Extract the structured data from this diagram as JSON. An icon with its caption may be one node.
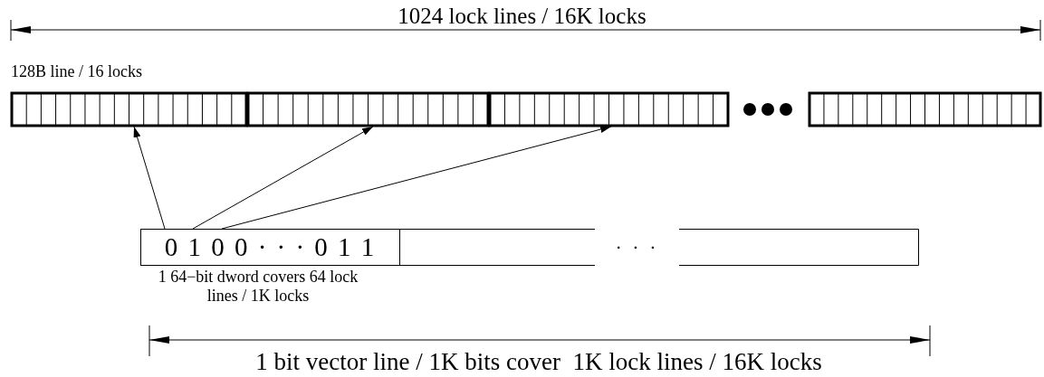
{
  "diagram": {
    "nodes": [
      {
        "text": [
          "128B line / 16 locks"
        ]
      },
      {
        "text": [],
        "shape": "bar"
      },
      {
        "text": [],
        "shape": "bar"
      },
      {
        "text": [],
        "shape": "bar"
      },
      {
        "text": [
          "0 1 0 0 · · · 0 1 1"
        ],
        "beside": [
          "1 64−bit dword covers 64 lock lines / 1K locks"
        ]
      },
      {
        "text": [
          "· · ·"
        ]
      }
    ],
    "edges": [
      {
        "from": 4,
        "to": 0,
        "arrow": "to"
      },
      {
        "from": 4,
        "to": 1,
        "arrow": "to"
      },
      {
        "from": 4,
        "to": 2,
        "arrow": "to"
      }
    ],
    "labels": [
      "1024 lock lines / 16K locks",
      "1 bit vector line / 1K bits cover  1K lock lines / 16K locks"
    ]
  }
}
